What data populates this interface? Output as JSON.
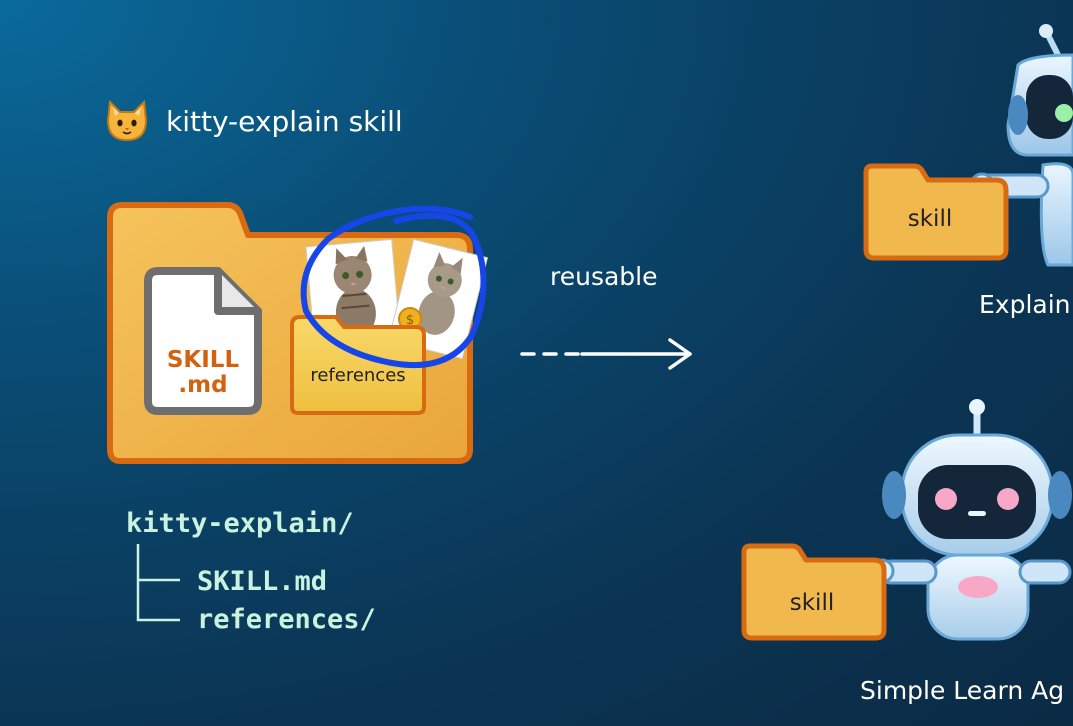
{
  "skill": {
    "title": "kitty-explain skill",
    "icon": "cat-face-icon",
    "file_name_line1": "SKILL",
    "file_name_line2": ".md",
    "subfolder_label": "references"
  },
  "tree": {
    "root": "kitty-explain/",
    "children": [
      "SKILL.md",
      "references/"
    ]
  },
  "arrow": {
    "label": "reusable"
  },
  "agents": [
    {
      "folder_label": "skill",
      "name": "Explain"
    },
    {
      "folder_label": "skill",
      "name": "Simple Learn Ag"
    }
  ],
  "colors": {
    "folder_fill": "#f1b84d",
    "folder_stroke": "#d86a12",
    "file_text": "#d46110",
    "tree_text": "#c9f2df",
    "annotation_circle": "#1746e8"
  }
}
